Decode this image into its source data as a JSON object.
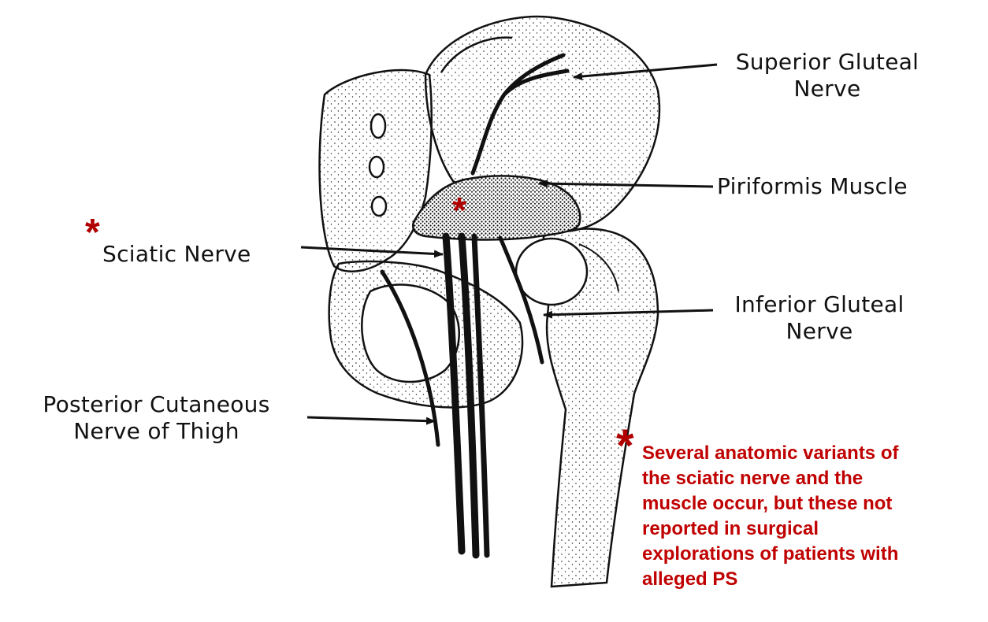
{
  "labels": {
    "superior_gluteal": [
      "Superior Gluteal",
      "Nerve"
    ],
    "piriformis": "Piriformis Muscle",
    "sciatic": "Sciatic Nerve",
    "inferior_gluteal": [
      "Inferior Gluteal",
      "Nerve"
    ],
    "posterior_cutaneous": [
      "Posterior Cutaneous",
      "Nerve of Thigh"
    ]
  },
  "asterisk": "*",
  "note_lines": [
    "Several anatomic variants of",
    "the sciatic nerve and the",
    "muscle occur, but these not",
    "reported in surgical",
    "explorations of patients with",
    "alleged PS"
  ],
  "colors": {
    "note": "#c00000",
    "asterisk": "#b00000",
    "ink": "#111111"
  }
}
